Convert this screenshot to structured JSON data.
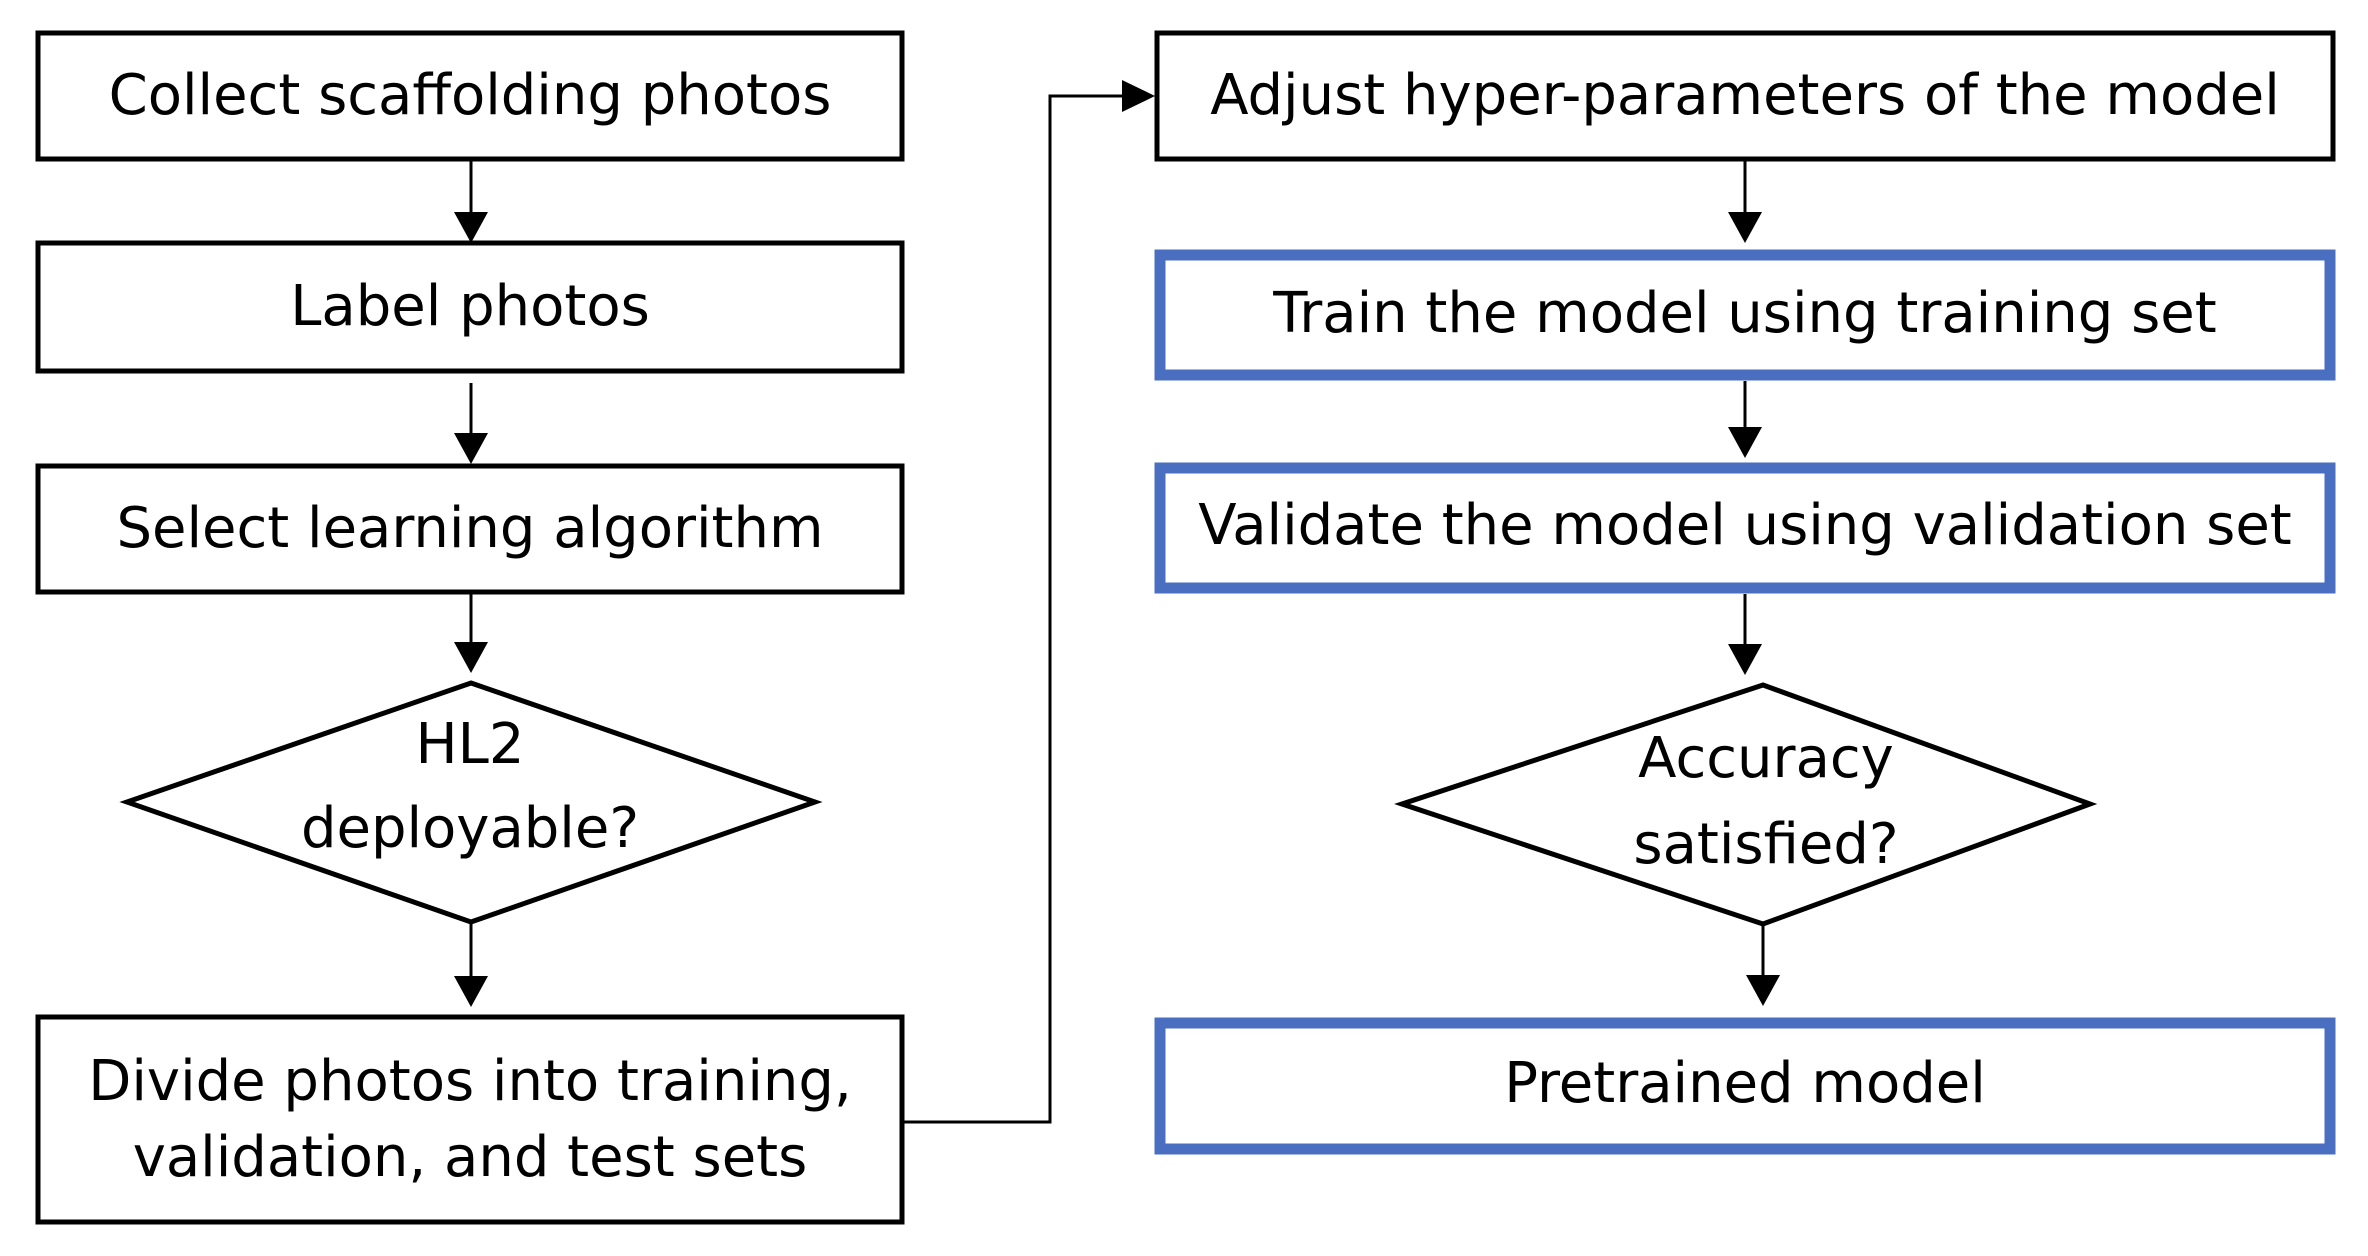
{
  "colors": {
    "box_border": "#000000",
    "highlight_border": "#4a6fc0",
    "background": "#ffffff"
  },
  "left_column": {
    "collect": "Collect scaffolding photos",
    "label": "Label photos",
    "select": "Select learning algorithm",
    "decision_line1": "HL2",
    "decision_line2": "deployable?",
    "divide_line1": "Divide photos into training,",
    "divide_line2": "validation, and test sets"
  },
  "right_column": {
    "adjust": "Adjust hyper-parameters of the model",
    "train": "Train the model using training set",
    "validate": "Validate the model using validation set",
    "decision_line1": "Accuracy",
    "decision_line2": "satisfied?",
    "pretrained": "Pretrained model"
  }
}
